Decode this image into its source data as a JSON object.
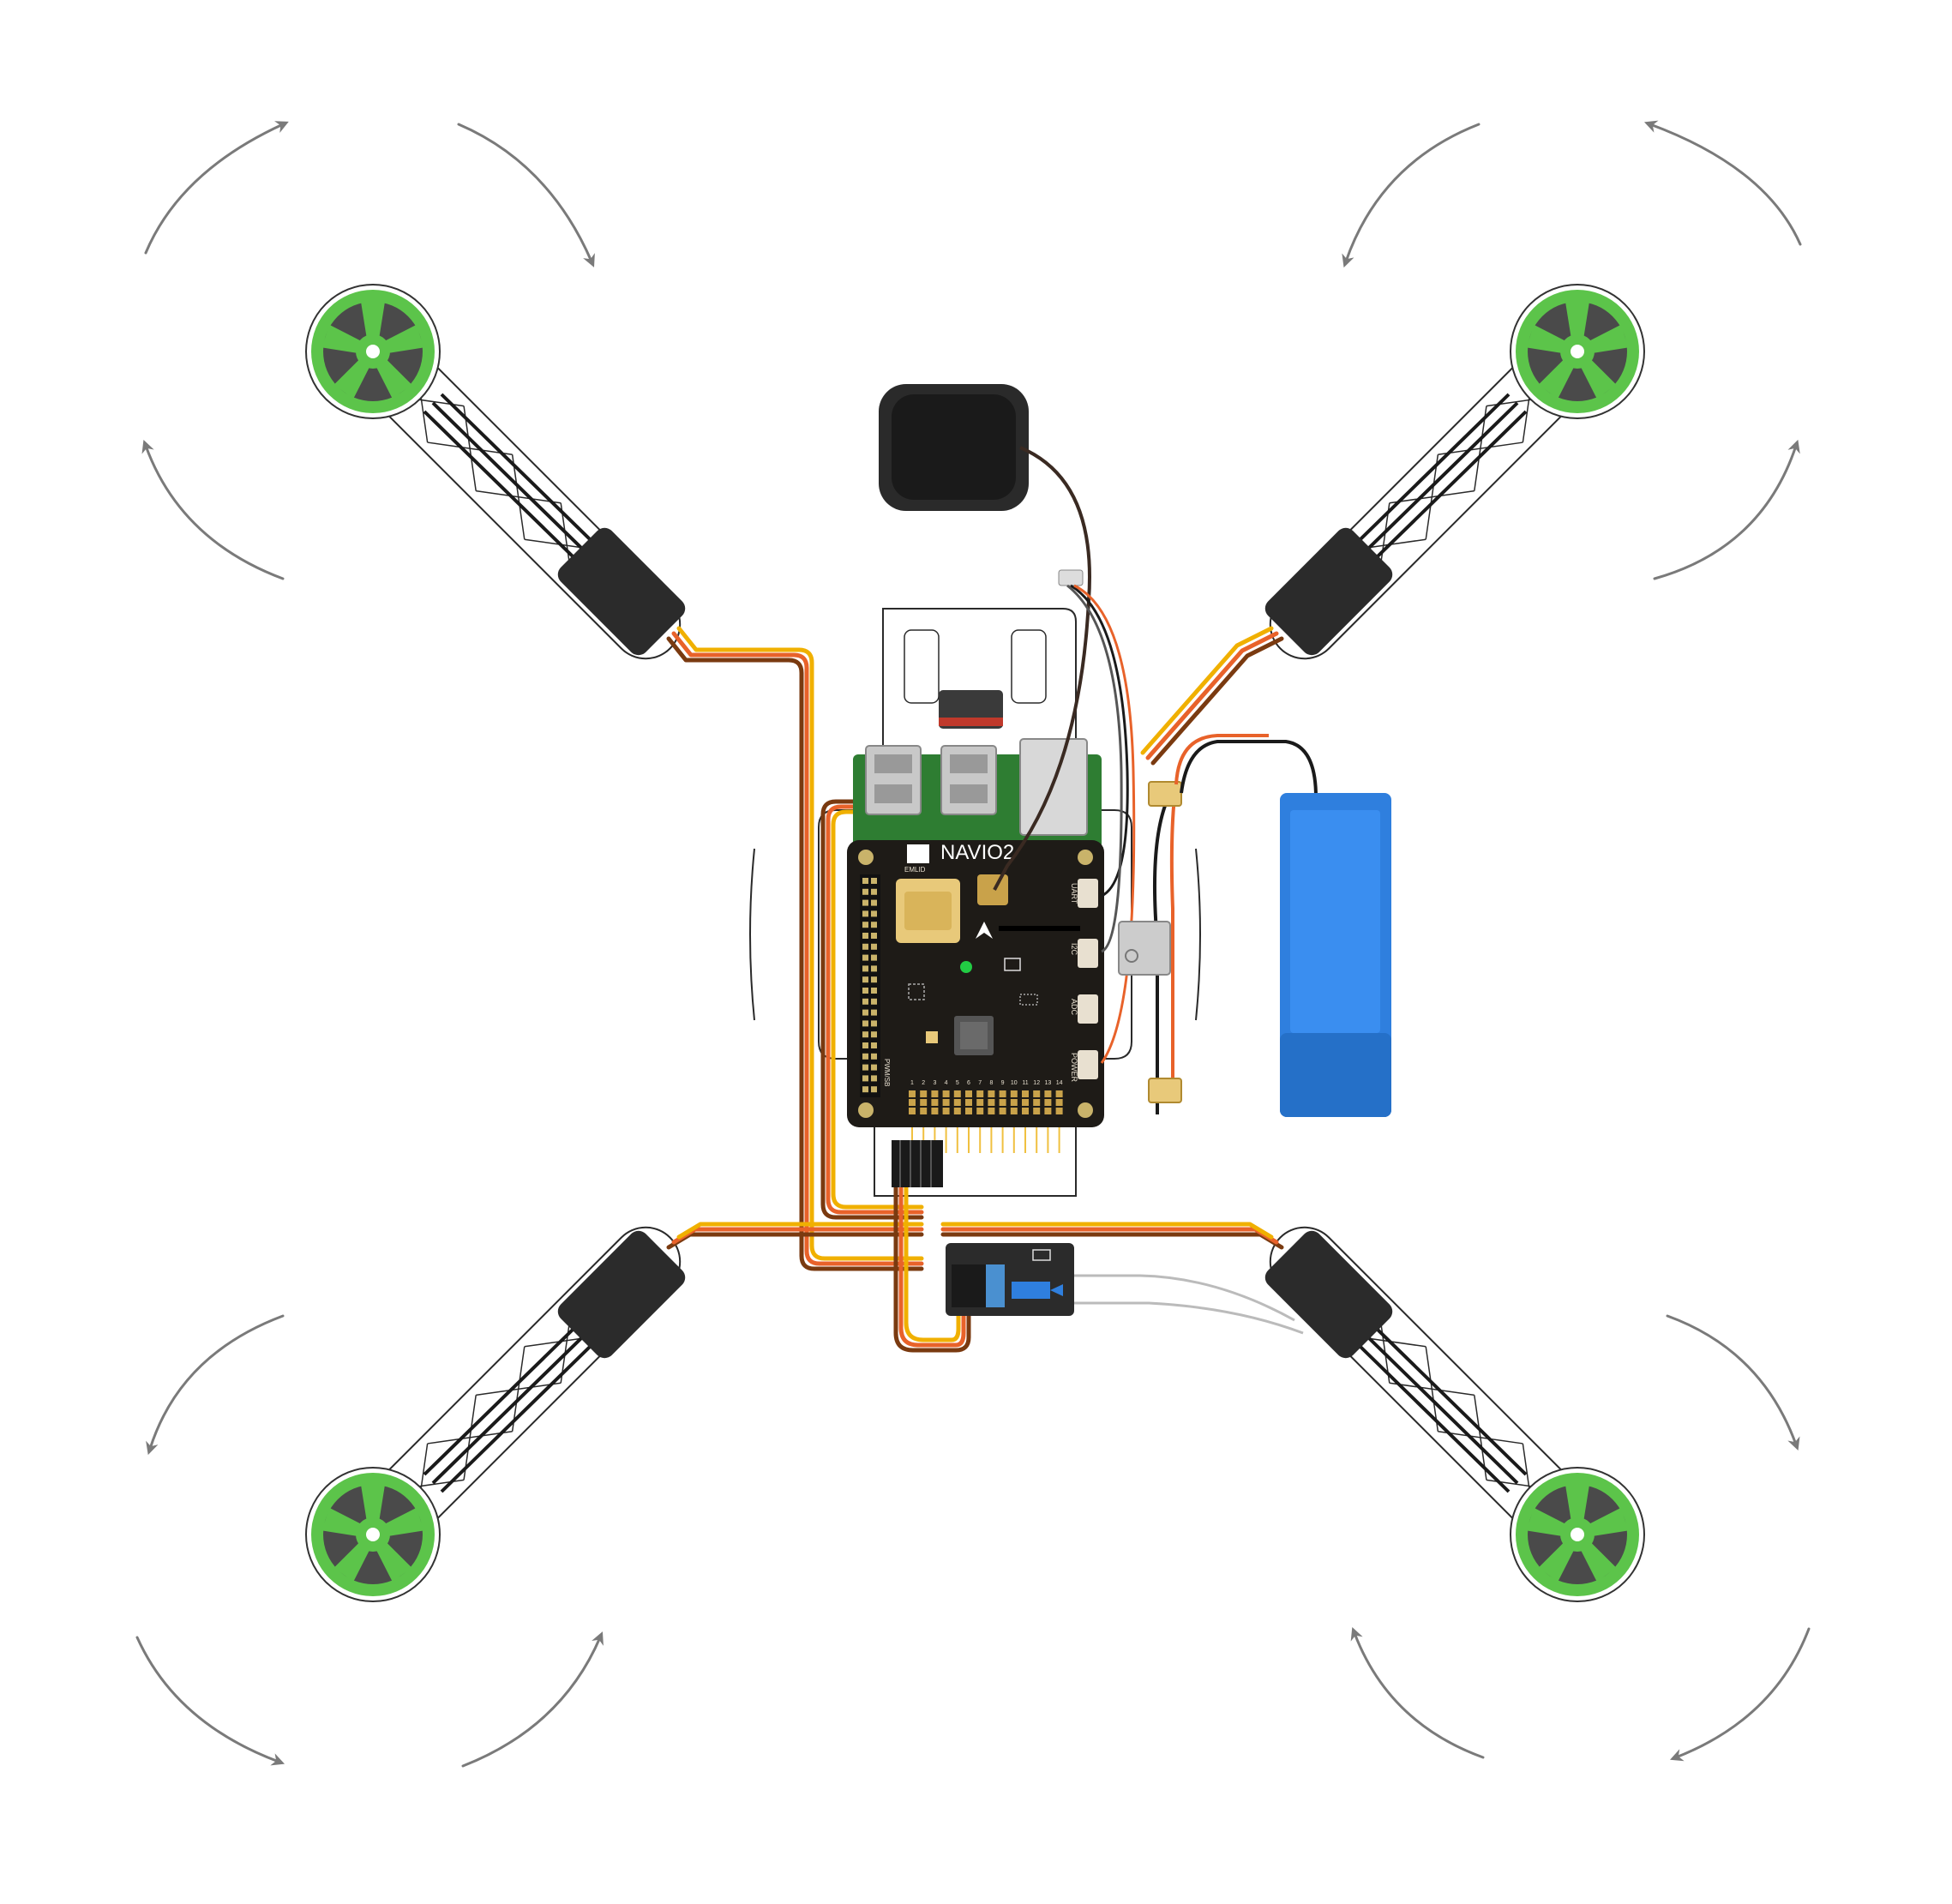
{
  "board": {
    "brand_mark": "EMLID",
    "name": "NAVIO2",
    "port_labels": [
      "UART",
      "I2C",
      "ADC",
      "POWER"
    ],
    "pwm_label": "PWM/SB",
    "pwm_numbers": [
      "1",
      "2",
      "3",
      "4",
      "5",
      "6",
      "7",
      "8",
      "9",
      "10",
      "11",
      "12",
      "13",
      "14"
    ]
  },
  "colors": {
    "motor_bell": "#5cc44a",
    "motor_center": "#3a3a3a",
    "frame_fill": "#ffffff",
    "frame_outline": "#2a2a2a",
    "esc": "#2b2b2b",
    "wire_orange": "#e8622a",
    "wire_yellow": "#f0b000",
    "wire_brown": "#7a3a10",
    "battery": "#2f7fde",
    "pcb": "#1e1b17",
    "rpi_green": "#2e7d32",
    "rotation_arrow": "#7a7a7a"
  },
  "icons": {
    "gps": "gps-antenna-icon",
    "battery": "lipo-battery-icon",
    "receiver": "rc-receiver-icon",
    "power_module": "power-module-icon"
  },
  "motors": [
    {
      "position": "front-left",
      "rotation": "clockwise"
    },
    {
      "position": "front-right",
      "rotation": "counter-clockwise"
    },
    {
      "position": "rear-left",
      "rotation": "counter-clockwise"
    },
    {
      "position": "rear-right",
      "rotation": "clockwise"
    }
  ]
}
